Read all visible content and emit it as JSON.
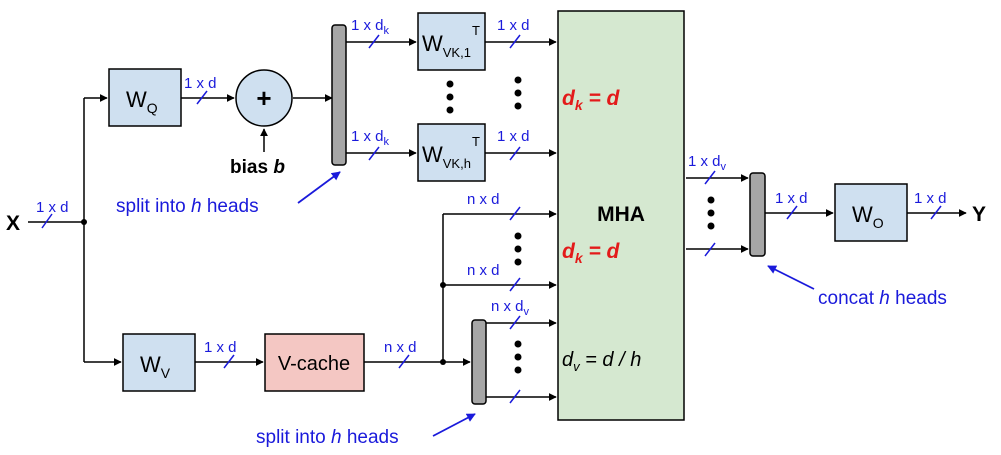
{
  "input_label": "X",
  "output_label": "Y",
  "dims": {
    "one_by_d": "1 x d",
    "one_by": "1 x d",
    "sub_k": "k",
    "sub_v": "v",
    "n_by_d": "n x d",
    "n_by": "n x d"
  },
  "blocks": {
    "wq_main": "W",
    "wq_sub": "Q",
    "plus": "+",
    "bias_text": "bias ",
    "bias_var": "b",
    "wvk_main": "W",
    "wvk1_sub": "VK,1",
    "wvkh_sub": "VK,h",
    "transpose": "T",
    "wv_main": "W",
    "wv_sub": "V",
    "vcache": "V-cache",
    "mha": "MHA",
    "wo_main": "W",
    "wo_sub": "O"
  },
  "mha_eqs": {
    "d": "d",
    "k": "k",
    "eq_d": " = d",
    "dv_d": "d",
    "dv_v": "v",
    "dv_rest": " = d / h"
  },
  "annotations": {
    "split_pre": "split into ",
    "split_h": "h",
    "split_post": " heads",
    "concat_pre": "concat ",
    "concat_h": "h",
    "concat_post": " heads"
  },
  "colors": {
    "box_fill": "#cfe0f0",
    "vcache_fill": "#f4c7c3",
    "mha_fill": "#d5e8d0",
    "bar_fill": "#a6a6a6",
    "blue": "#1a1adb",
    "red": "#e31a1a"
  }
}
